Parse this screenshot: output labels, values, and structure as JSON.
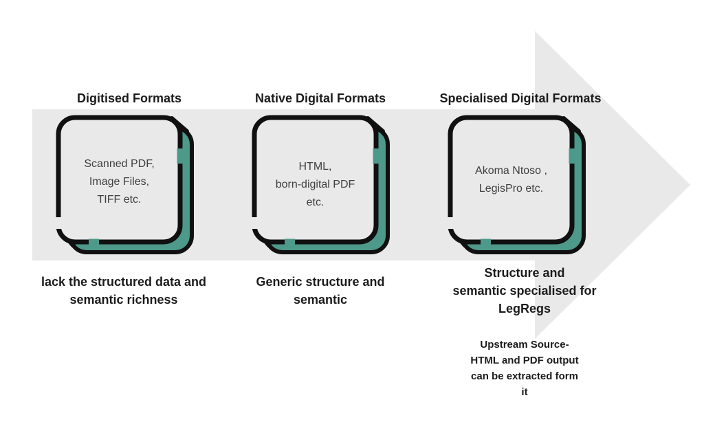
{
  "colors": {
    "arrow_gray": "#e9e9e9",
    "accent_teal": "#4d998a",
    "icon_outline": "#101010",
    "heading_text": "#1b1b1b",
    "box_text": "#3f3f3f"
  },
  "columns": [
    {
      "header": "Digitised Formats",
      "box_lines": [
        "Scanned PDF,",
        "Image Files,",
        "TIFF etc."
      ],
      "caption_lines": [
        "lack the structured data and",
        "semantic richness"
      ]
    },
    {
      "header": "Native Digital Formats",
      "box_lines": [
        "HTML,",
        "born-digital PDF",
        "etc."
      ],
      "caption_lines": [
        "Generic structure and",
        "semantic"
      ]
    },
    {
      "header": "Specialised Digital Formats",
      "box_lines": [
        "Akoma Ntoso ,",
        "LegisPro etc."
      ],
      "caption_lines": [
        "Structure and",
        "semantic specialised for",
        "LegRegs"
      ],
      "note_lines": [
        "Upstream Source-",
        "HTML and PDF output",
        "can be extracted form",
        "it"
      ]
    }
  ]
}
